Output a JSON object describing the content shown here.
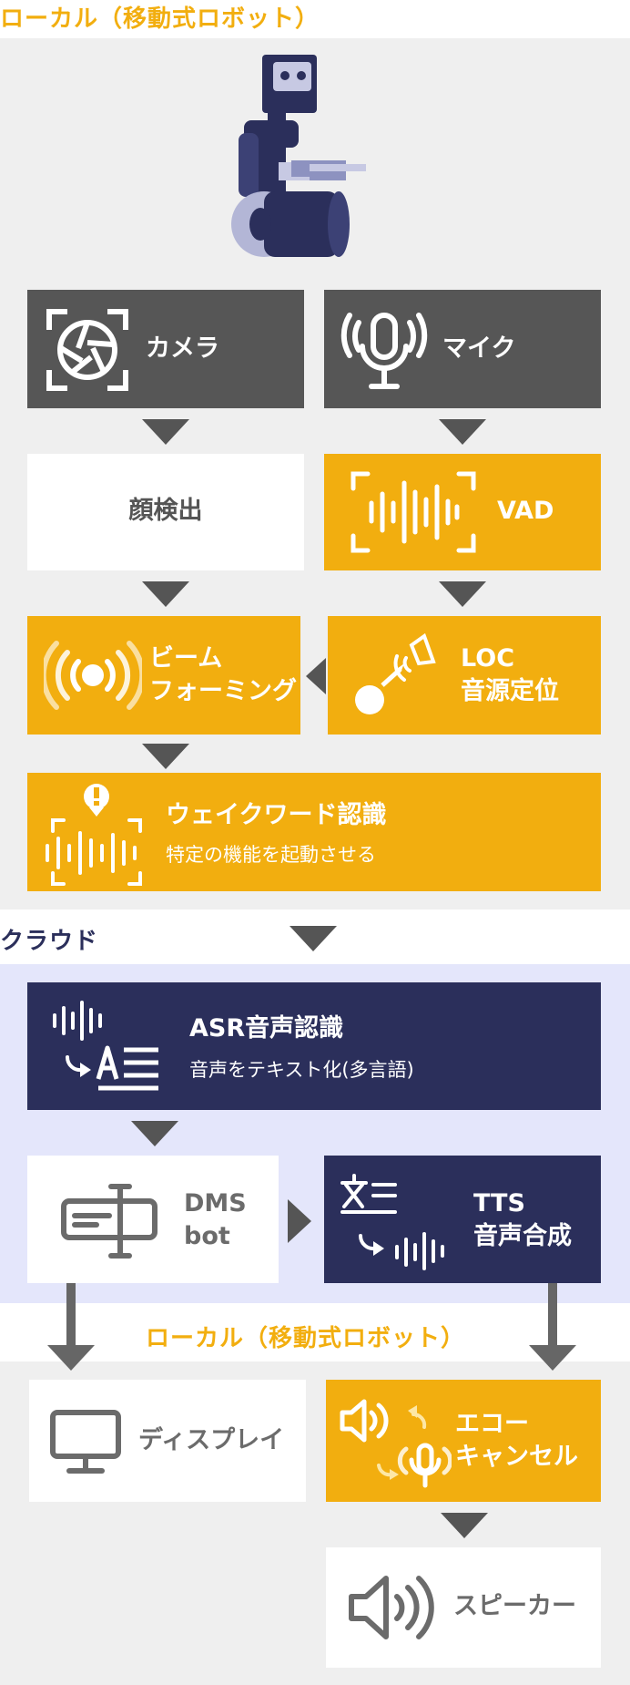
{
  "titles": {
    "local_top": "ローカル（移動式ロボット）",
    "cloud": "クラウド",
    "local_bottom": "ローカル（移動式ロボット）"
  },
  "boxes": {
    "camera": "カメラ",
    "mic": "マイク",
    "face": "顔検出",
    "vad": "VAD",
    "beam_l1": "ビーム",
    "beam_l2": "フォーミング",
    "loc_l1": "LOC",
    "loc_l2": "音源定位",
    "wake_title": "ウェイクワード認識",
    "wake_sub": "特定の機能を起動させる",
    "asr_title": "ASR音声認識",
    "asr_sub": "音声をテキスト化(多言語)",
    "dms_l1": "DMS",
    "dms_l2": "bot",
    "tts_l1": "TTS",
    "tts_l2": "音声合成",
    "display": "ディスプレイ",
    "echo_l1": "エコー",
    "echo_l2": "キャンセル",
    "speaker": "スピーカー"
  },
  "icons": [
    "robot-icon",
    "camera-aperture-icon",
    "microphone-icon",
    "voice-activity-icon",
    "beamforming-icon",
    "sound-localization-icon",
    "wakeword-icon",
    "speech-to-text-icon",
    "chatbot-icon",
    "text-to-speech-icon",
    "display-icon",
    "echo-cancel-icon",
    "speaker-icon"
  ],
  "colors": {
    "accent": "#f2ae0f",
    "navy": "#2b2f5b",
    "dark": "#565656",
    "local_bg": "#efefef",
    "cloud_bg": "#e4e6fb"
  }
}
